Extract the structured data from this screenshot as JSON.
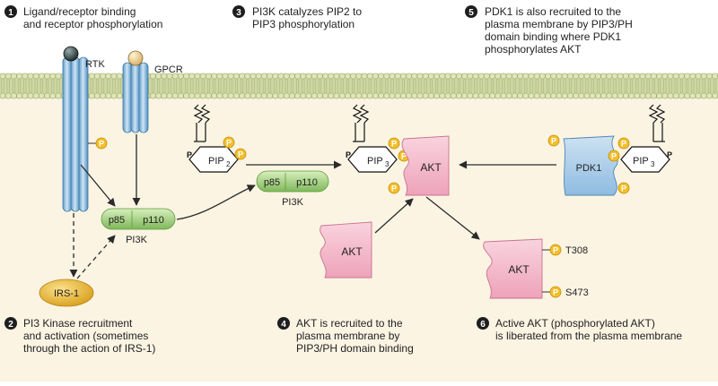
{
  "colors": {
    "membrane": "#cdd7a3",
    "cytoplasm": "#fbf4e3",
    "akt": "#f2b4c6",
    "pdk1": "#a9cbe6",
    "pi3k": "#a9d27f",
    "irs1": "#f1c34a",
    "phosphate": "#f3bf2d"
  },
  "steps": [
    {
      "number": "1",
      "lines": [
        "Ligand/receptor binding",
        "and receptor phosphorylation"
      ]
    },
    {
      "number": "2",
      "lines": [
        "PI3 Kinase recruitment",
        "and activation (sometimes",
        "through the action of IRS-1)"
      ]
    },
    {
      "number": "3",
      "lines": [
        "PI3K catalyzes PIP2 to",
        "PIP3 phosphorylation"
      ]
    },
    {
      "number": "4",
      "lines": [
        "AKT is recruited to the",
        "plasma membrane by",
        "PIP3/PH domain binding"
      ]
    },
    {
      "number": "5",
      "lines": [
        "PDK1 is also recruited to the",
        "plasma membrane by PIP3/PH",
        "domain binding where PDK1",
        "phosphorylates AKT"
      ]
    },
    {
      "number": "6",
      "lines": [
        "Active AKT (phosphorylated AKT)",
        "is liberated from the plasma membrane"
      ]
    }
  ],
  "labels": {
    "rtk": "RTK",
    "gpcr": "GPCR",
    "irs1": "IRS-1",
    "p85": "p85",
    "p110": "p110",
    "pi3k": "PI3K",
    "pip2": "PIP",
    "pip2_sub": "2",
    "pip3": "PIP",
    "pip3_sub": "3",
    "akt": "AKT",
    "pdk1": "PDK1",
    "p": "P",
    "t308": "T308",
    "s473": "S473"
  }
}
